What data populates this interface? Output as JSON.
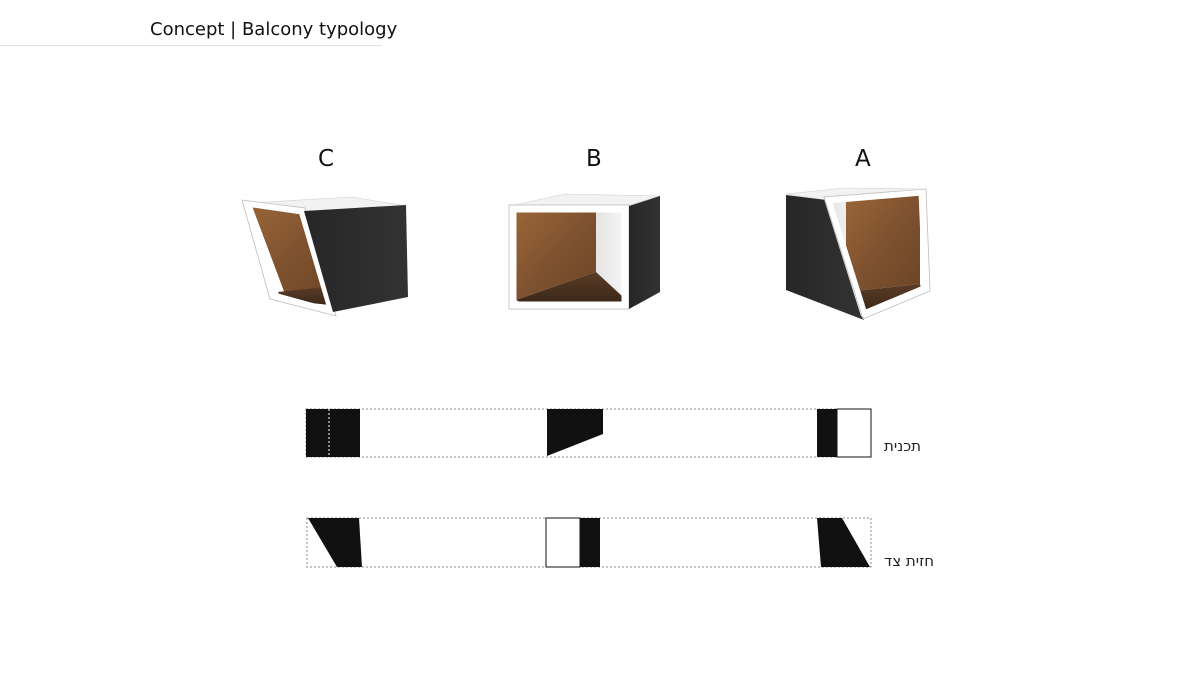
{
  "header": {
    "title": "Concept | Balcony typology"
  },
  "types": {
    "c": {
      "label": "C"
    },
    "b": {
      "label": "B"
    },
    "a": {
      "label": "A"
    }
  },
  "rows": {
    "plan": {
      "label": "תכנית"
    },
    "side": {
      "label": "חזית צד"
    }
  },
  "colors": {
    "wood": "#8a5a32",
    "wood_floor": "#4b3322",
    "dark_shell": "#2a2a2a",
    "frame": "#ffffff",
    "fill": "#111111"
  }
}
